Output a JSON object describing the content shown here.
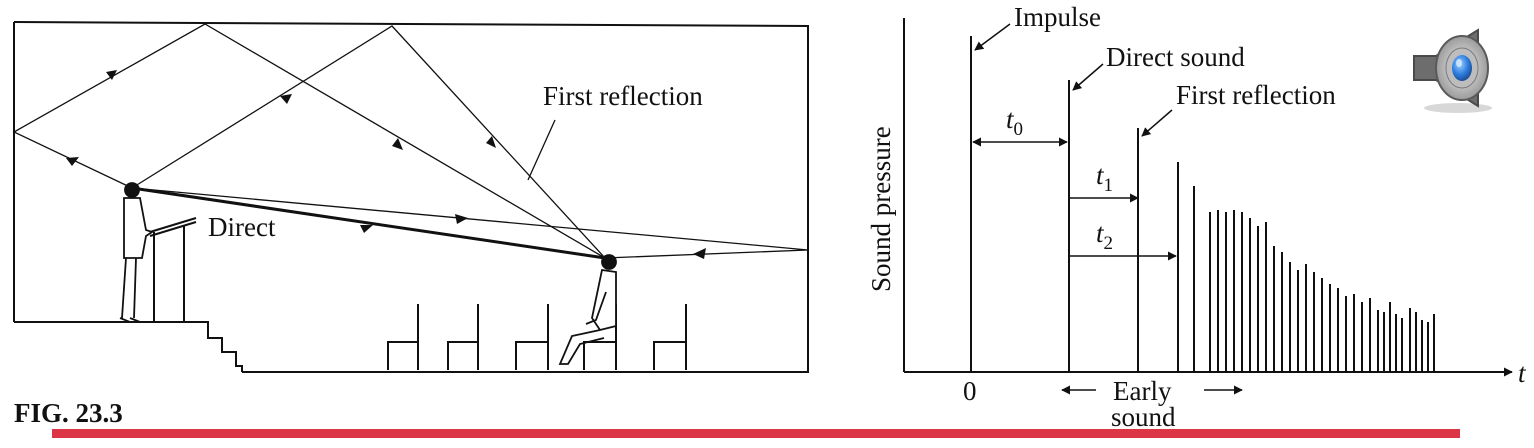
{
  "figure_label": "FIG. 23.3",
  "room": {
    "first_reflection_label": "First reflection",
    "direct_label": "Direct"
  },
  "graph": {
    "impulse_label": "Impulse",
    "direct_sound_label": "Direct sound",
    "first_reflection_label": "First reflection",
    "y_axis_label": "Sound pressure",
    "x_axis_label": "t",
    "origin_label": "0",
    "t0_label": "t",
    "t0_sub": "0",
    "t1_label": "t",
    "t1_sub": "1",
    "t2_label": "t",
    "t2_sub": "2",
    "early_label_line1": "Early",
    "early_label_line2": "sound"
  },
  "colors": {
    "accent_bar": "#dc3545",
    "ink": "#111111"
  },
  "icons": {
    "speaker": "speaker-icon"
  }
}
